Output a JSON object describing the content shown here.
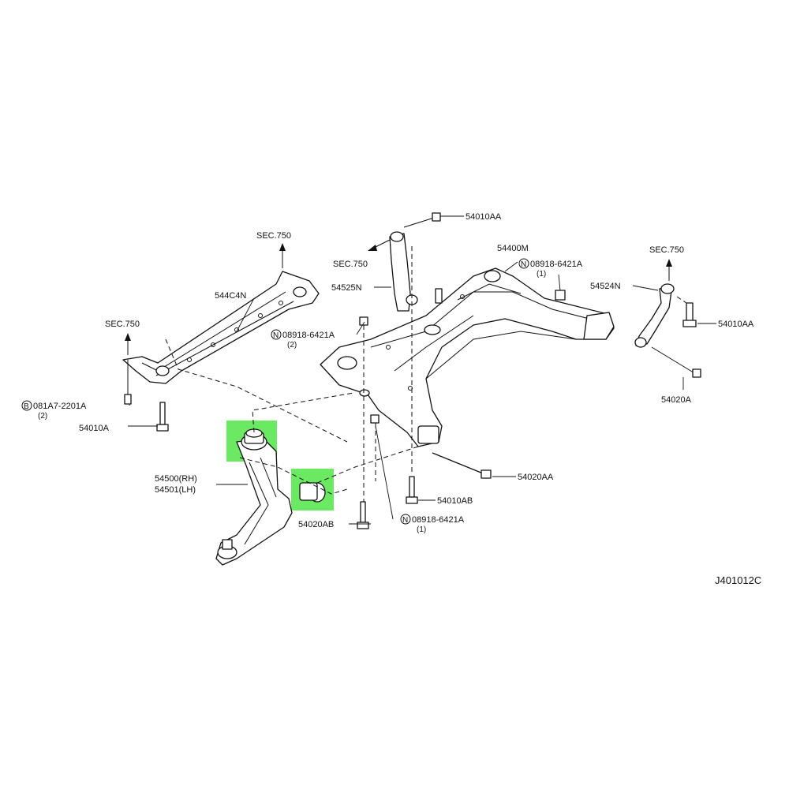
{
  "colors": {
    "highlight": "#39e12f",
    "line": "#111111",
    "background": "#ffffff"
  },
  "diagram_code": "J401012C",
  "refs": {
    "sec_top_center": "SEC.750",
    "sec_left_upper": "SEC.750",
    "sec_left_lower": "SEC.750",
    "sec_right": "SEC.750"
  },
  "parts": {
    "p54010AA_top": "54010AA",
    "p54010AA_right": "54010AA",
    "p54400M": "54400M",
    "p54525N": "54525N",
    "p544C4N": "544C4N",
    "p54524N": "54524N",
    "p54020A": "54020A",
    "p54020AA": "54020AA",
    "p54010AB": "54010AB",
    "p54020AB": "54020AB",
    "p54010A": "54010A",
    "p54500_rh": "54500(RH)",
    "p54501_lh": "54501(LH)"
  },
  "nuts": {
    "n1": {
      "badge": "N",
      "code": "08918-6421A",
      "qty": "(1)"
    },
    "n2": {
      "badge": "N",
      "code": "08918-6421A",
      "qty": "(2)"
    },
    "n3": {
      "badge": "N",
      "code": "08918-6421A",
      "qty": "(1)"
    },
    "b1": {
      "badge": "B",
      "code": "081A7-2201A",
      "qty": "(2)"
    }
  }
}
